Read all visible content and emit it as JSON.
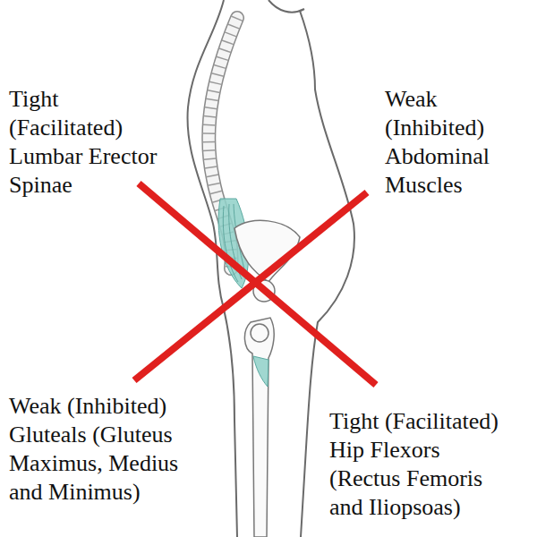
{
  "diagram": {
    "labels": [
      "Tight (Facilitated) Lumbar Erector Spinae",
      "Weak (Inhibited) Abdominal Muscles",
      "Weak (Inhibited) Gluteals (Gluteus Maximus, Medius and Minimus)",
      "Tight (Facilitated) Hip Flexors (Rectus Femoris and Iliopsoas)"
    ]
  }
}
